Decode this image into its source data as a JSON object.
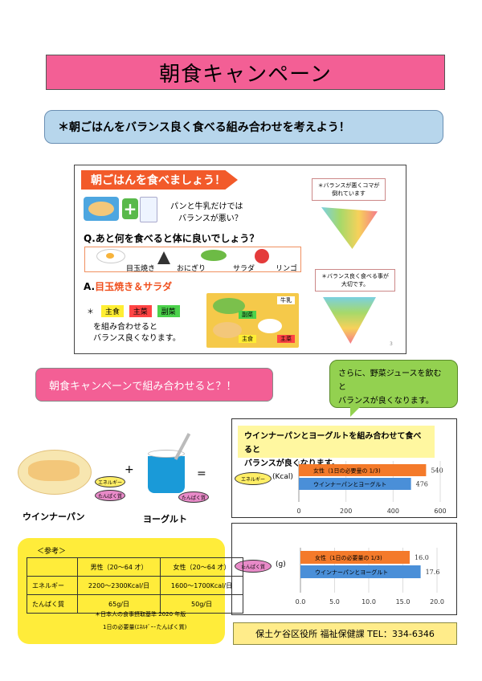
{
  "title": "朝食キャンペーン",
  "subtitle": "＊朝ごはんをバランス良く食べる組み合わせを考えよう！",
  "panel": {
    "banner": "朝ごはんを食べましょう！",
    "bread_milk_line1": "パンと牛乳だけでは",
    "bread_milk_line2": "バランスが悪い？",
    "question": "Q.あと何を食べると体に良いでしょう？",
    "options": [
      "目玉焼き",
      "おにぎり",
      "サラダ",
      "リンゴ"
    ],
    "answer_prefix": "A.",
    "answer": "目玉焼き＆サラダ",
    "tags": [
      "主食",
      "主菜",
      "副菜"
    ],
    "combine_line1": "を組み合わせると",
    "combine_line2": "バランス良くなります。",
    "tray_labels": [
      "副菜",
      "牛乳",
      "主食",
      "主菜"
    ],
    "note_bad": "＊バランスが悪くコマが倒れています",
    "note_good": "＊バランス良く食べる事が大切です。",
    "page_num": "3"
  },
  "campaign_question": "朝食キャンペーンで組み合わせると？！",
  "bubble_line1": "さらに、野菜ジュースを飲むと",
  "bubble_line2": "バランスが良くなります。",
  "foods": {
    "item1": "ウインナーパン",
    "item2": "ヨーグルト",
    "plus": "+",
    "equals": "=",
    "oval_energy": "エネルギー",
    "oval_protein": "たんぱく質"
  },
  "chart_intro_line1": "ウインナーパンとヨーグルトを組み合わせて食べると",
  "chart_intro_line2": "バランスが良くなります。",
  "chart_data": [
    {
      "type": "bar",
      "orientation": "horizontal",
      "ylabel": "エネルギー",
      "unit": "(Kcal)",
      "series": [
        {
          "name": "女性（1日の必要量の 1/3)",
          "value": 540,
          "color": "#f47a2a"
        },
        {
          "name": "ウインナーパンとヨーグルト",
          "value": 476,
          "color": "#4a8fd8"
        }
      ],
      "xlim": [
        0,
        600
      ],
      "ticks": [
        "0",
        "200",
        "400",
        "600"
      ]
    },
    {
      "type": "bar",
      "orientation": "horizontal",
      "ylabel": "たんぱく質",
      "unit": "(g)",
      "series": [
        {
          "name": "女性（1日の必要量の 1/3)",
          "value": 16.0,
          "color": "#f47a2a"
        },
        {
          "name": "ウインナーパンとヨーグルト",
          "value": 17.6,
          "color": "#4a8fd8"
        }
      ],
      "xlim": [
        0,
        20
      ],
      "ticks": [
        "0.0",
        "5.0",
        "10.0",
        "15.0",
        "20.0"
      ]
    }
  ],
  "value_labels": {
    "energy_female": "540",
    "energy_combo": "476",
    "protein_female": "16.0",
    "protein_combo": "17.6"
  },
  "reference": {
    "heading": "＜参考＞",
    "col_male": "男性（20～64 才）",
    "col_female": "女性（20～64 才）",
    "row1_label": "エネルギー",
    "row1_male": "2200～2300Kcal/日",
    "row1_female": "1600～1700Kcal/日",
    "row2_label": "たんぱく質",
    "row2_male": "65g/日",
    "row2_female": "50g/日",
    "note1": "＊日本人の食事摂取基準 2020 年版",
    "note2": "1日の必要量(ｴﾈﾙｷﾞｰ･たんぱく質)"
  },
  "contact": "保土ケ谷区役所  福祉保健課    TEL：334-6346"
}
